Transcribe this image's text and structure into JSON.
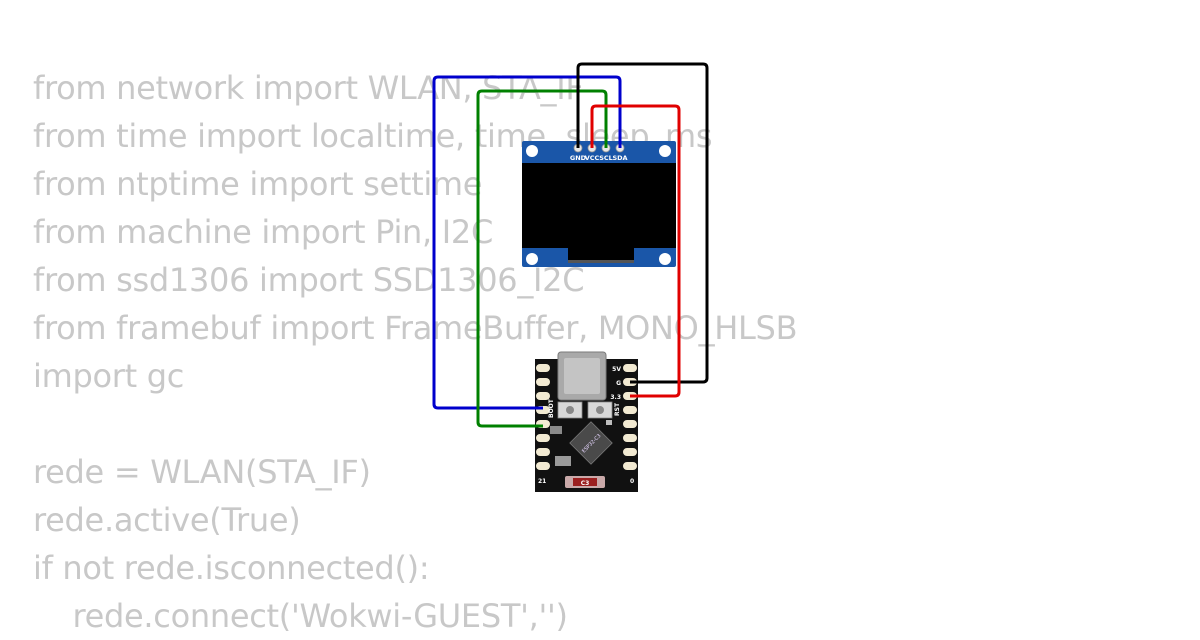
{
  "code_lines": [
    "from network import WLAN, STA_IF",
    "from time import localtime, time, sleep_ms",
    "from ntptime import settime",
    "from machine import Pin, I2C",
    "from ssd1306 import SSD1306_I2C",
    "from framebuf import FrameBuffer, MONO_HLSB",
    "import gc",
    "",
    "rede = WLAN(STA_IF)",
    "rede.active(True)",
    "if not rede.isconnected():",
    "    rede.connect('Wokwi-GUEST','')"
  ],
  "oled": {
    "pins": [
      "GND",
      "VCC",
      "SCL",
      "SDA"
    ]
  },
  "board": {
    "pin_labels": {
      "top_right": "5V",
      "g": "G",
      "v33": "3.3",
      "boot": "BOOT",
      "rst": "RST",
      "bottom_left": "21",
      "bottom_right": "0",
      "led": "C3",
      "chip": "ESP32-C3"
    }
  },
  "wire_colors": {
    "gnd": "#000000",
    "vcc": "#e00000",
    "scl": "#008000",
    "sda": "#0000cc"
  }
}
